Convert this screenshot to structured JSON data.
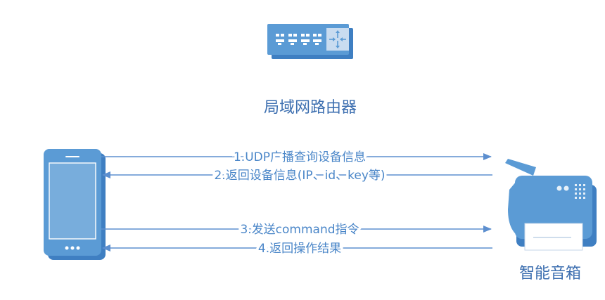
{
  "router": {
    "label": "局域网路由器"
  },
  "speaker": {
    "label": "智能音箱"
  },
  "messages": [
    {
      "label": "1.UDP广播查询设备信息",
      "direction": "to-speaker"
    },
    {
      "label": "2.返回设备信息(IP、id、key等)",
      "direction": "to-phone"
    },
    {
      "label": "3.发送command指令",
      "direction": "to-speaker"
    },
    {
      "label": "4.返回操作结果",
      "direction": "to-phone"
    }
  ],
  "colors": {
    "device_blue": "#5b9bd5",
    "device_dark": "#3f7fc2",
    "arrow_blue": "#5d8fcf",
    "label_blue": "#4a86c8",
    "title_blue": "#3d6fb0"
  },
  "icons": {
    "router": "router-icon",
    "phone": "smartphone-icon",
    "speaker": "smart-speaker-icon"
  }
}
